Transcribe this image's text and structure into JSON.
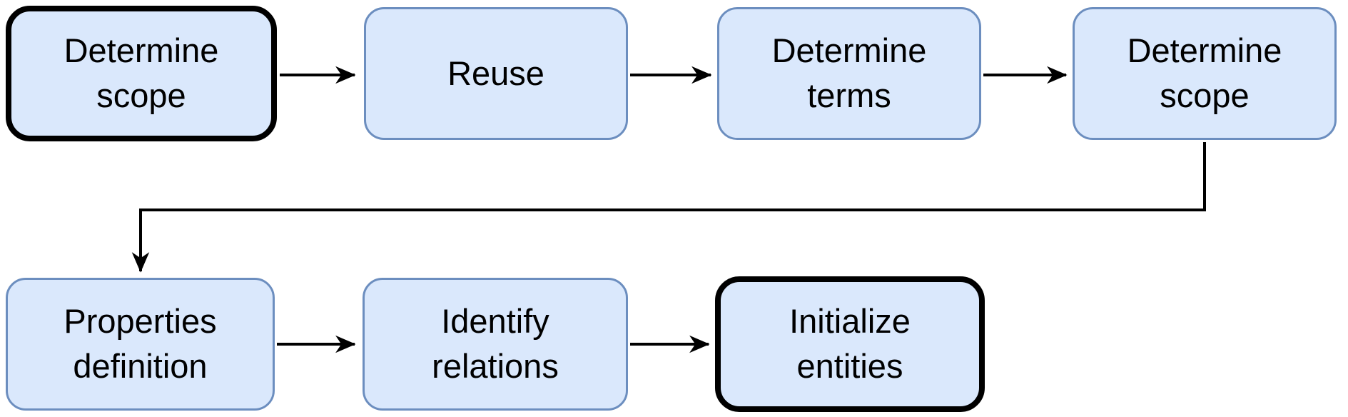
{
  "diagram": {
    "type": "flowchart",
    "colors": {
      "background": "#ffffff",
      "node_fill": "#dae8fc",
      "node_stroke": "#6c8ebf",
      "emphasis_stroke": "#000000",
      "arrow": "#000000"
    },
    "nodes": [
      {
        "id": "determine-scope-1",
        "label": "Determine\nscope",
        "emphasized": true,
        "row": 1
      },
      {
        "id": "reuse",
        "label": "Reuse",
        "emphasized": false,
        "row": 1
      },
      {
        "id": "determine-terms",
        "label": "Determine\nterms",
        "emphasized": false,
        "row": 1
      },
      {
        "id": "determine-scope-2",
        "label": "Determine\nscope",
        "emphasized": false,
        "row": 1
      },
      {
        "id": "properties-definition",
        "label": "Properties\ndefinition",
        "emphasized": false,
        "row": 2
      },
      {
        "id": "identify-relations",
        "label": "Identify\nrelations",
        "emphasized": false,
        "row": 2
      },
      {
        "id": "initialize-entities",
        "label": "Initialize\nentities",
        "emphasized": true,
        "row": 2
      }
    ],
    "edges": [
      {
        "from": "determine-scope-1",
        "to": "reuse"
      },
      {
        "from": "reuse",
        "to": "determine-terms"
      },
      {
        "from": "determine-terms",
        "to": "determine-scope-2"
      },
      {
        "from": "determine-scope-2",
        "to": "properties-definition",
        "style": "elbow"
      },
      {
        "from": "properties-definition",
        "to": "identify-relations"
      },
      {
        "from": "identify-relations",
        "to": "initialize-entities"
      }
    ]
  }
}
